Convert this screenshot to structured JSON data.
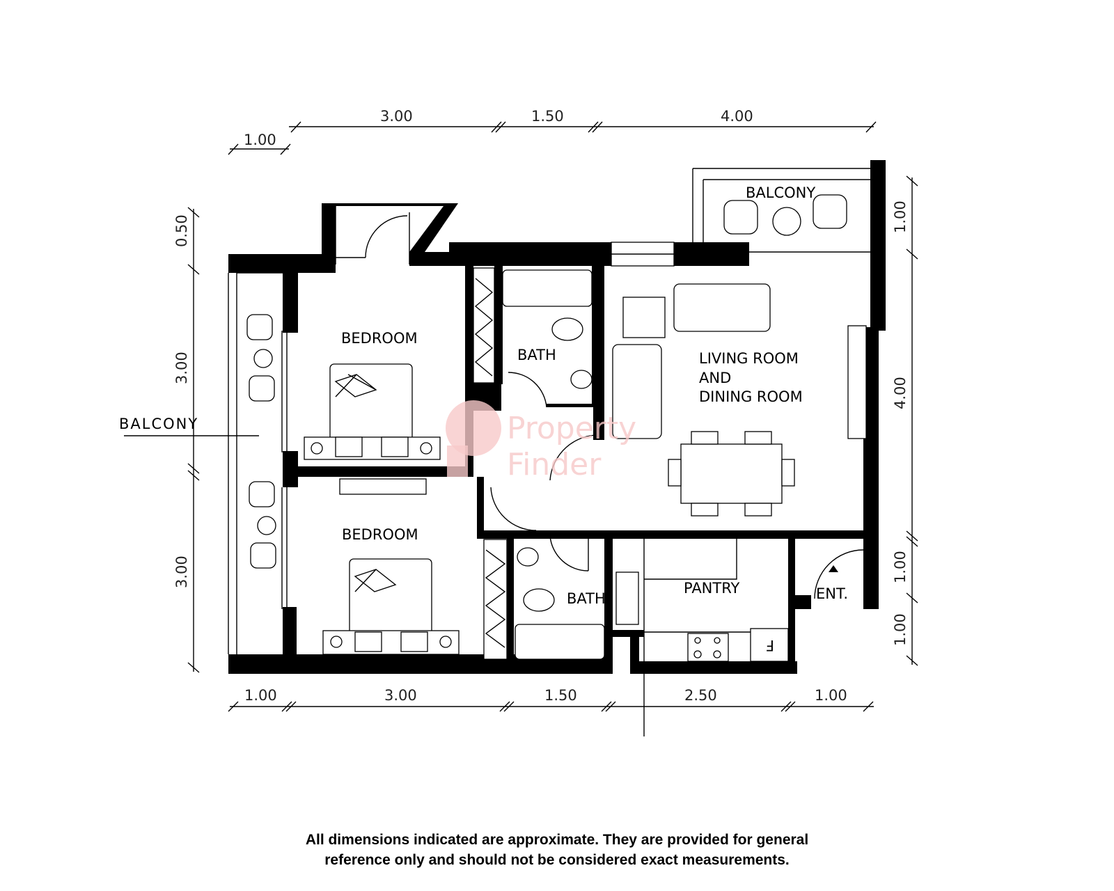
{
  "rooms": {
    "bedroom_top": "BEDROOM",
    "bedroom_bottom": "BEDROOM",
    "bath_top": "BATH",
    "bath_bottom": "BATH",
    "living_line1": "LIVING ROOM",
    "living_line2": "AND",
    "living_line3": "DINING ROOM",
    "balcony_left": "BALCONY",
    "balcony_right": "BALCONY",
    "pantry": "PANTRY",
    "entrance": "ENT.",
    "fridge": "F"
  },
  "dimensions": {
    "top": [
      "1.00",
      "3.00",
      "1.50",
      "4.00"
    ],
    "bottom": [
      "1.00",
      "3.00",
      "1.50",
      "2.50",
      "1.00"
    ],
    "left": [
      "0.50",
      "3.00",
      "3.00"
    ],
    "right": [
      "1.00",
      "4.00",
      "1.00",
      "1.00"
    ]
  },
  "watermark": {
    "line1": "Property",
    "line2": "Finder",
    "color": "#f7c9c9"
  },
  "disclaimer": {
    "line1": "All dimensions indicated are approximate. They are provided for general",
    "line2": "reference only and should not be considered exact measurements."
  }
}
